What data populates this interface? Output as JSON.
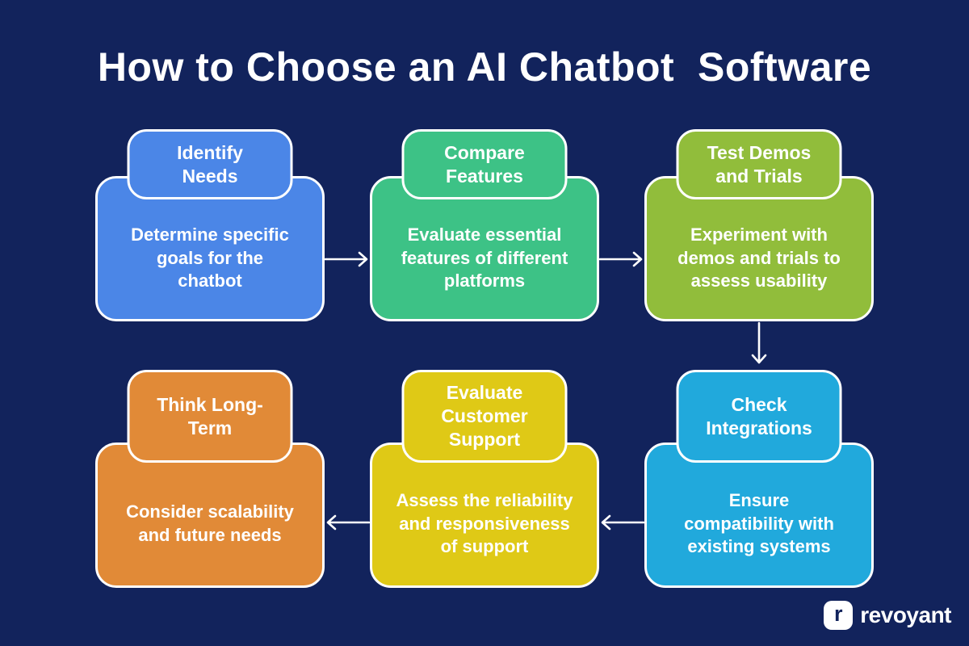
{
  "title": "How to Choose an AI Chatbot  Software",
  "colors": {
    "background": "#12235C",
    "text": "#FFFFFF",
    "outline": "#FFFFFF"
  },
  "steps": [
    {
      "title": "Identify\nNeeds",
      "description": "Determine specific\ngoals for the\nchatbot",
      "color": "#4B86E7"
    },
    {
      "title": "Compare\nFeatures",
      "description": "Evaluate essential\nfeatures of different\nplatforms",
      "color": "#3DC286"
    },
    {
      "title": "Test Demos\nand Trials",
      "description": "Experiment with\ndemos and trials to\nassess usability",
      "color": "#91BD3B"
    },
    {
      "title": "Check\nIntegrations",
      "description": "Ensure\ncompatibility with\nexisting systems",
      "color": "#21A9DC"
    },
    {
      "title": "Evaluate\nCustomer\nSupport",
      "description": "Assess the reliability\nand responsiveness\nof support",
      "color": "#DFC916"
    },
    {
      "title": "Think Long-\nTerm",
      "description": "Consider scalability\nand future needs",
      "color": "#E18A37"
    }
  ],
  "flow_arrows": [
    "right",
    "right",
    "down",
    "left",
    "left"
  ],
  "logo": {
    "mark": "r",
    "text": "revoyant"
  }
}
